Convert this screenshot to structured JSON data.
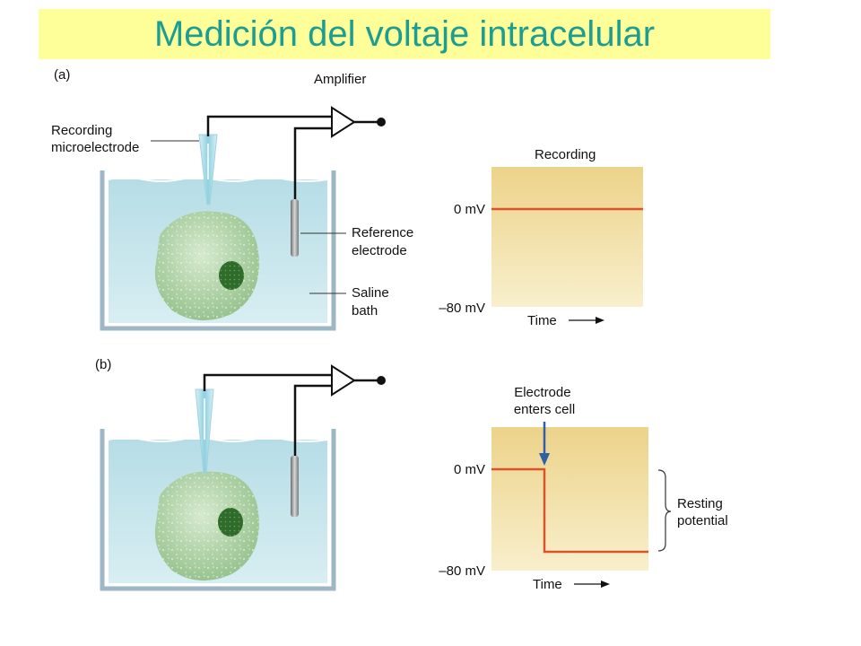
{
  "title": "Medición del voltaje intracelular",
  "panel_a": {
    "label": "(a)",
    "amplifier_label": "Amplifier",
    "microelectrode_label": [
      "Recording",
      "microelectrode"
    ],
    "reference_label": [
      "Reference",
      "electrode"
    ],
    "saline_label": [
      "Saline",
      "bath"
    ],
    "plot": {
      "title": "Recording",
      "y_top_label": "0 mV",
      "y_bottom_label": "–80 mV",
      "x_label": "Time"
    }
  },
  "panel_b": {
    "label": "(b)",
    "plot": {
      "annotation": [
        "Electrode",
        "enters cell"
      ],
      "y_top_label": "0 mV",
      "y_bottom_label": "–80 mV",
      "x_label": "Time",
      "brace_label": [
        "Resting",
        "potential"
      ]
    }
  },
  "colors": {
    "title_text": "#1a9e94",
    "title_bg": "#ffff99",
    "trace": "#d9542b",
    "arrow": "#2f5fa6",
    "water": "#c9e6ec",
    "cell": "#b9d8b2",
    "nucleus": "#2f6b2a"
  }
}
